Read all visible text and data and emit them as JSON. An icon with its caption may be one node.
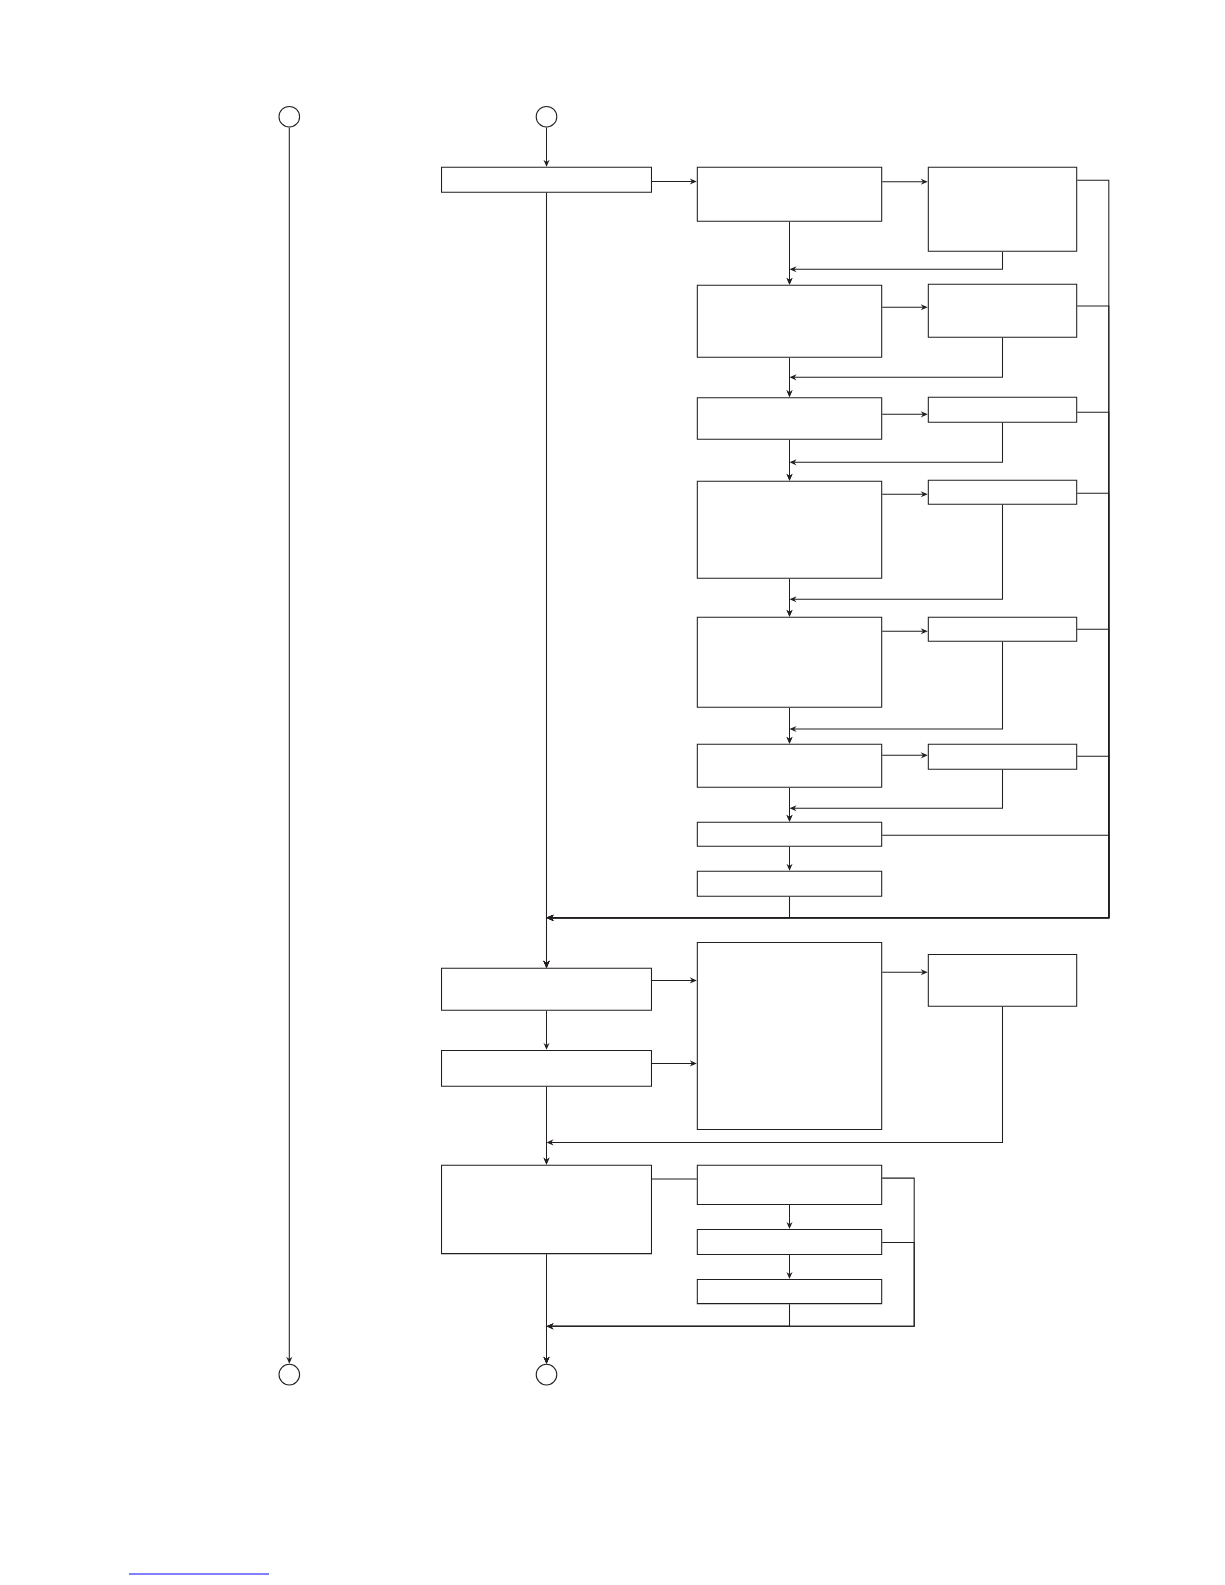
{
  "diagram": {
    "nodes": [
      {
        "text": [],
        "shape": "circle"
      },
      {
        "text": [],
        "shape": "circle"
      },
      {
        "text": [],
        "shape": "box"
      },
      {
        "text": [],
        "shape": "box"
      },
      {
        "text": [],
        "shape": "box"
      },
      {
        "text": [],
        "shape": "box"
      },
      {
        "text": [],
        "shape": "box"
      },
      {
        "text": [],
        "shape": "box"
      },
      {
        "text": [],
        "shape": "box"
      },
      {
        "text": [],
        "shape": "box"
      },
      {
        "text": [],
        "shape": "box"
      },
      {
        "text": [],
        "shape": "box"
      },
      {
        "text": [],
        "shape": "box"
      },
      {
        "text": [],
        "shape": "box"
      },
      {
        "text": [],
        "shape": "box"
      },
      {
        "text": [],
        "shape": "box"
      },
      {
        "text": [],
        "shape": "box"
      },
      {
        "text": [],
        "shape": "box"
      },
      {
        "text": [],
        "shape": "box"
      },
      {
        "text": [],
        "shape": "box"
      },
      {
        "text": [],
        "shape": "box"
      },
      {
        "text": [],
        "shape": "box"
      },
      {
        "text": [],
        "shape": "box"
      },
      {
        "text": [],
        "shape": "box"
      },
      {
        "text": [],
        "shape": "box"
      },
      {
        "text": [],
        "shape": "circle"
      },
      {
        "text": [],
        "shape": "circle"
      }
    ],
    "edges": [
      {
        "from": 0,
        "to": 25,
        "arrow": "to"
      },
      {
        "from": 1,
        "to": 2,
        "arrow": "to"
      },
      {
        "from": 2,
        "to": 3,
        "arrow": "to"
      },
      {
        "from": 3,
        "to": 4,
        "arrow": "to"
      },
      {
        "from": 3,
        "to": 5,
        "arrow": "to"
      },
      {
        "from": 4,
        "to": 5,
        "arrow": "to"
      },
      {
        "from": 5,
        "to": 6,
        "arrow": "to"
      },
      {
        "from": 5,
        "to": 7,
        "arrow": "to"
      },
      {
        "from": 6,
        "to": 7,
        "arrow": "to"
      },
      {
        "from": 7,
        "to": 8,
        "arrow": "to"
      },
      {
        "from": 7,
        "to": 9,
        "arrow": "to"
      },
      {
        "from": 8,
        "to": 9,
        "arrow": "to"
      },
      {
        "from": 9,
        "to": 10,
        "arrow": "to"
      },
      {
        "from": 9,
        "to": 11,
        "arrow": "to"
      },
      {
        "from": 10,
        "to": 11,
        "arrow": "to"
      },
      {
        "from": 11,
        "to": 12,
        "arrow": "to"
      },
      {
        "from": 11,
        "to": 13,
        "arrow": "to"
      },
      {
        "from": 12,
        "to": 13,
        "arrow": "to"
      },
      {
        "from": 13,
        "to": 14,
        "arrow": "to"
      },
      {
        "from": 13,
        "to": 15,
        "arrow": "to"
      },
      {
        "from": 14,
        "to": 15,
        "arrow": "to"
      },
      {
        "from": 15,
        "to": 16,
        "arrow": "to"
      },
      {
        "from": 2,
        "to": 17,
        "arrow": "to"
      },
      {
        "from": 4,
        "to": 17,
        "arrow": "to"
      },
      {
        "from": 6,
        "to": 17,
        "arrow": "to"
      },
      {
        "from": 8,
        "to": 17,
        "arrow": "to"
      },
      {
        "from": 10,
        "to": 17,
        "arrow": "to"
      },
      {
        "from": 12,
        "to": 17,
        "arrow": "to"
      },
      {
        "from": 14,
        "to": 17,
        "arrow": "to"
      },
      {
        "from": 15,
        "to": 17,
        "arrow": "to"
      },
      {
        "from": 16,
        "to": 17,
        "arrow": "to"
      },
      {
        "from": 17,
        "to": 18,
        "arrow": "to"
      },
      {
        "from": 17,
        "to": 20,
        "arrow": "to"
      },
      {
        "from": 20,
        "to": 18,
        "arrow": "to"
      },
      {
        "from": 18,
        "to": 19,
        "arrow": "to"
      },
      {
        "from": 19,
        "to": 21,
        "arrow": "to"
      },
      {
        "from": 20,
        "to": 21,
        "arrow": "to"
      },
      {
        "from": 21,
        "to": 22,
        "arrow": "none"
      },
      {
        "from": 22,
        "to": 23,
        "arrow": "to"
      },
      {
        "from": 23,
        "to": 24,
        "arrow": "to"
      },
      {
        "from": 21,
        "to": 26,
        "arrow": "to"
      },
      {
        "from": 22,
        "to": 26,
        "arrow": "to"
      },
      {
        "from": 23,
        "to": 26,
        "arrow": "to"
      },
      {
        "from": 24,
        "to": 26,
        "arrow": "to"
      }
    ]
  }
}
